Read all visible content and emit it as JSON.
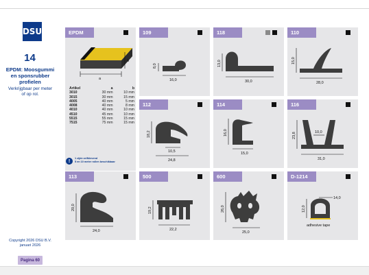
{
  "brand": {
    "logo_text": "DSU"
  },
  "sidebar": {
    "chapter": "14",
    "title_lines": [
      "EPDM: Moosgummi",
      "en sponsrubber",
      "profielen"
    ],
    "subtitle_lines": [
      "Verkrijgbaar per meter",
      "of op rol."
    ],
    "copyright_lines": [
      "Copyright 2026 DSU B.V.",
      "januari 2026"
    ],
    "page_label": "Pagina 60"
  },
  "colors": {
    "header": "#9b8cc4",
    "brand_blue": "#0d3a8a",
    "tile_bg": "#e6e6e8",
    "profile": "#3d3d3d",
    "adhesive": "#e6c21e"
  },
  "tiles": {
    "epdm": {
      "title": "EPDM",
      "dims": {
        "a": "a",
        "b": "b"
      }
    },
    "t109": {
      "title": "109",
      "dims": {
        "h": "8,0",
        "w": "16,0"
      }
    },
    "t118": {
      "title": "118",
      "dims": {
        "h": "13,0",
        "w": "30,0"
      }
    },
    "t110": {
      "title": "110",
      "dims": {
        "h": "15,0",
        "w": "28,0"
      }
    },
    "t112": {
      "title": "112",
      "dims": {
        "h": "18,2",
        "w1": "10,5",
        "w2": "24,8"
      }
    },
    "t114": {
      "title": "114",
      "dims": {
        "h": "16,0",
        "w": "15,0"
      }
    },
    "t116": {
      "title": "116",
      "dims": {
        "h": "23,8",
        "w1": "10,0",
        "w2": "31,0"
      }
    },
    "t113": {
      "title": "113",
      "dims": {
        "h": "20,0",
        "w": "24,0"
      }
    },
    "t500": {
      "title": "500",
      "dims": {
        "h": "19,2",
        "w": "22,2"
      }
    },
    "t600": {
      "title": "600",
      "dims": {
        "h": "26,0",
        "w": "25,0"
      }
    },
    "t1214": {
      "title": "D-1214",
      "dims": {
        "h": "12,0",
        "w": "14,0"
      },
      "adhesive": "adhesive tape"
    }
  },
  "artikel_table": {
    "headers": [
      "Artikel",
      "a",
      "b"
    ],
    "rows": [
      [
        "3010",
        "30 mm",
        "10 mm"
      ],
      [
        "3015",
        "30 mm",
        "15 mm"
      ],
      [
        "4005",
        "40 mm",
        "5 mm"
      ],
      [
        "4008",
        "40 mm",
        "8 mm"
      ],
      [
        "4010",
        "40 mm",
        "10 mm"
      ],
      [
        "4510",
        "45 mm",
        "10 mm"
      ],
      [
        "5515",
        "55 mm",
        "15 mm"
      ],
      [
        "7515",
        "75 mm",
        "15 mm"
      ]
    ]
  },
  "note": {
    "icon": "!",
    "lines": [
      "1 zijde zelfklevend",
      "5 en 10 meter rollen beschikbaar"
    ]
  }
}
